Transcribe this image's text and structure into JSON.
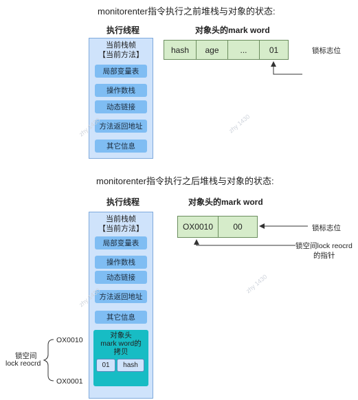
{
  "before": {
    "title": "monitorenter指令执行之前堆栈与对象的状态:",
    "thread_header": "执行线程",
    "object_header": "对象头的mark word",
    "frame_title_line1": "当前栈帧",
    "frame_title_line2": "【当前方法】",
    "frame_items": [
      "局部变量表",
      "操作数栈",
      "动态链接",
      "方法返回地址",
      "其它信息"
    ],
    "mark_word_cells": [
      "hash",
      "age",
      "...",
      "01"
    ],
    "lock_flag_label": "锁标志位",
    "watermark": "zhy 1430"
  },
  "after": {
    "title": "monitorenter指令执行之后堆栈与对象的状态:",
    "thread_header": "执行线程",
    "object_header": "对象头的mark word",
    "frame_title_line1": "当前栈帧",
    "frame_title_line2": "【当前方法】",
    "frame_items": [
      "局部变量表",
      "操作数栈",
      "动态链接",
      "方法返回地址",
      "其它信息"
    ],
    "mark_word_cells": [
      "OX0010",
      "00"
    ],
    "lock_flag_label": "锁标志位",
    "pointer_label_line1": "锁空间lock reocrd",
    "pointer_label_line2": "的指针",
    "lock_space": {
      "copy_title_line1": "对象头",
      "copy_title_line2": "mark word的",
      "copy_title_line3": "拷贝",
      "copy_cells": [
        "01",
        "hash"
      ],
      "addr_top": "OX0010",
      "addr_bottom": "OX0001",
      "label_line1": "锁空间",
      "label_line2": "lock reocrd"
    },
    "watermark": "zhy 1430"
  },
  "colors": {
    "stack_bg": "#cfe3fb",
    "frame_item": "#7fbdf3",
    "mark_word": "#d6ecca",
    "copy_box": "#17bcc4"
  }
}
